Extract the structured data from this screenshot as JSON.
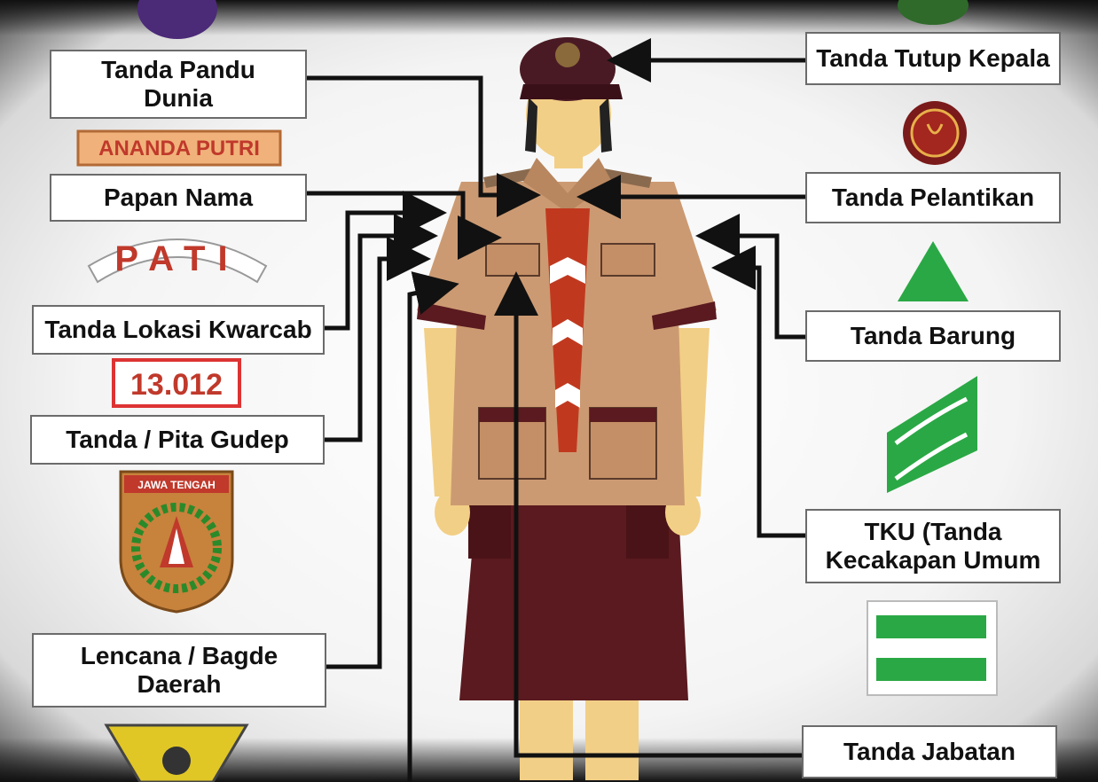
{
  "labels": {
    "tanda_pandu_dunia": "Tanda Pandu\nDunia",
    "papan_nama": "Papan Nama",
    "tanda_lokasi_kwarcab": "Tanda Lokasi Kwarcab",
    "tanda_pita_gudep": "Tanda / Pita Gudep",
    "lencana_badge_daerah": "Lencana / Bagde\nDaerah",
    "tanda_tutup_kepala": "Tanda Tutup Kepala",
    "tanda_pelantikan": "Tanda Pelantikan",
    "tanda_barung": "Tanda Barung",
    "tku": "TKU (Tanda\nKecakapan Umum",
    "tanda_jabatan": "Tanda Jabatan"
  },
  "badges": {
    "name_tag": "ANANDA PUTRI",
    "location": "PATI",
    "gudep_number": "13.012",
    "region": "JAWA TENGAH"
  },
  "colors": {
    "shirt": "#cc9a72",
    "skirt": "#5a1a1f",
    "scarf_red": "#c0391f",
    "badge_green": "#2aa845",
    "name_tag_bg": "#f0b27a",
    "name_tag_text": "#c0392b"
  }
}
